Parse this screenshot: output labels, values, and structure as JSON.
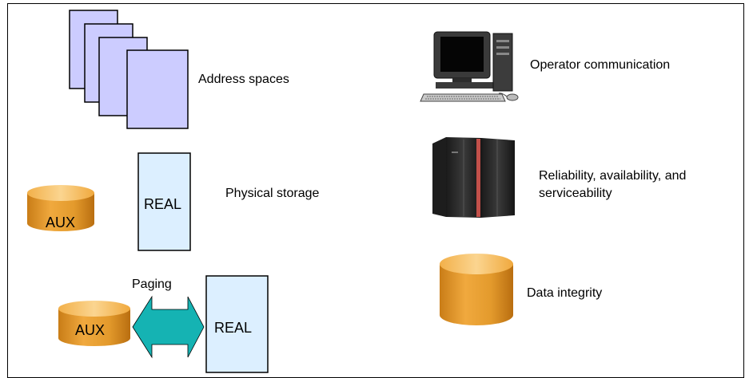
{
  "labels": {
    "address_spaces": "Address spaces",
    "physical_storage": "Physical storage",
    "operator_communication": "Operator communication",
    "ras_line1": "Reliability, availability, and",
    "ras_line2": "serviceability",
    "data_integrity": "Data integrity",
    "paging": "Paging",
    "aux": "AUX",
    "real": "REAL"
  },
  "colors": {
    "page_fill": "#ccccff",
    "real_fill": "#dcefff",
    "cylinder_body": "#e39a2c",
    "cylinder_top": "#f7c46e",
    "arrow_fill": "#15b3b3",
    "server_dark": "#2a2a2a",
    "server_accent": "#c2504a"
  }
}
